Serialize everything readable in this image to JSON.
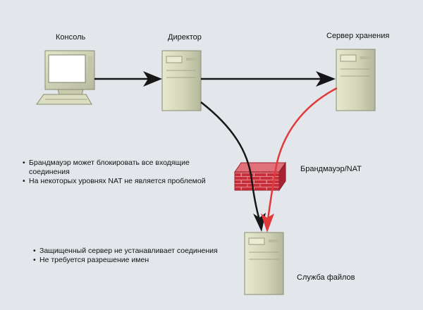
{
  "nodes": {
    "console": "Консоль",
    "director": "Директор",
    "storage": "Сервер хранения",
    "firewall": "Брандмауэр/NAT",
    "fileservice": "Служба файлов"
  },
  "notes_firewall": {
    "line1": "Брандмауэр может блокировать все входящие",
    "line2": "соединения",
    "line3": "На некоторых уровнях NAT не является проблемой"
  },
  "notes_fileserver": {
    "line1": "Защищенный сервер не устанавливает соединения",
    "line2": "Не требуется разрешение имен"
  },
  "colors": {
    "background": "#e3e6ea",
    "server_body": "#d0d2b4",
    "server_edge": "#8a8c72",
    "firewall_brick": "#c8303c",
    "connection": "#161616",
    "secure_connection": "#e23a3a"
  },
  "bullet": "•"
}
